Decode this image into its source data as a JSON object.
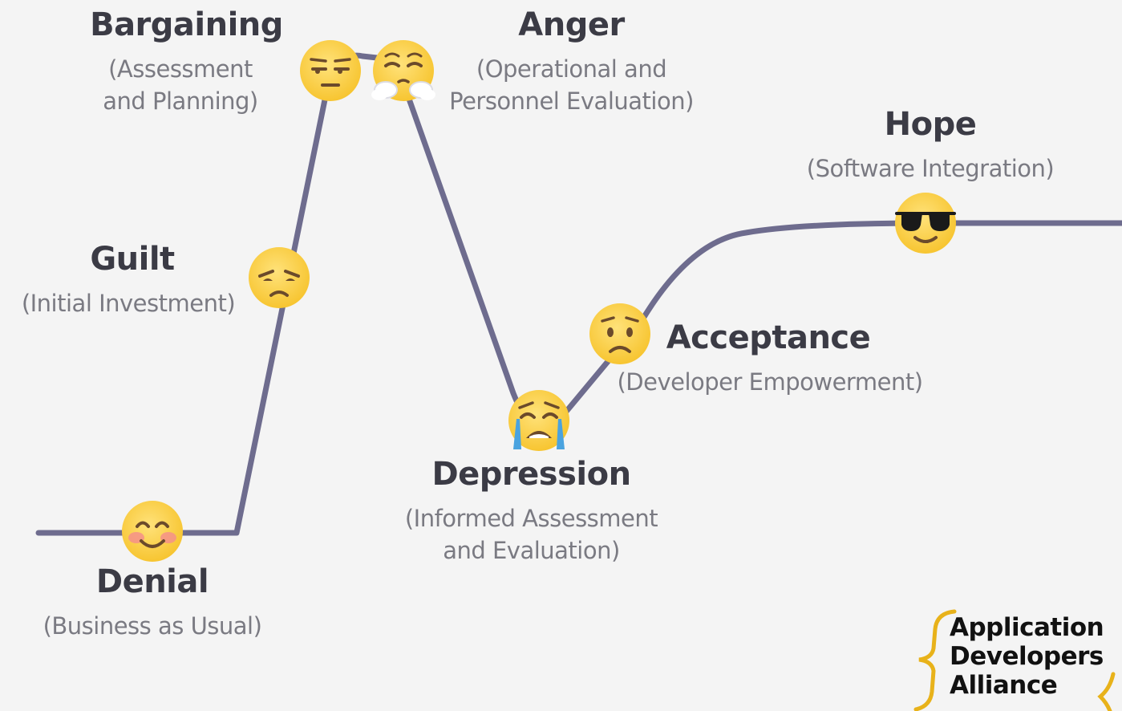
{
  "stages": [
    {
      "id": "denial",
      "title": "Denial",
      "subtitle": "(Business as Usual)",
      "face": "blushing-smile-face-icon"
    },
    {
      "id": "guilt",
      "title": "Guilt",
      "subtitle": "(Initial Investment)",
      "face": "sad-face-icon"
    },
    {
      "id": "bargaining",
      "title": "Bargaining",
      "subtitle_lines": [
        "(Assessment",
        "and Planning)"
      ],
      "face": "unamused-face-icon"
    },
    {
      "id": "anger",
      "title": "Anger",
      "subtitle_lines": [
        "(Operational and",
        "Personnel Evaluation)"
      ],
      "face": "steaming-angry-face-icon"
    },
    {
      "id": "depression",
      "title": "Depression",
      "subtitle_lines": [
        "(Informed Assessment",
        "and Evaluation)"
      ],
      "face": "crying-face-icon"
    },
    {
      "id": "acceptance",
      "title": "Acceptance",
      "subtitle": "(Developer Empowerment)",
      "face": "worried-face-icon"
    },
    {
      "id": "hope",
      "title": "Hope",
      "subtitle": "(Software Integration)",
      "face": "sunglasses-face-icon"
    }
  ],
  "logo": {
    "lines": [
      "Application",
      "Developers",
      "Alliance"
    ],
    "brace_color": "#e8b21a"
  },
  "colors": {
    "curve": "#6e6c8e",
    "face": "#fcd24c",
    "face_edge": "#e9b92f",
    "feature": "#6b4a2b"
  }
}
